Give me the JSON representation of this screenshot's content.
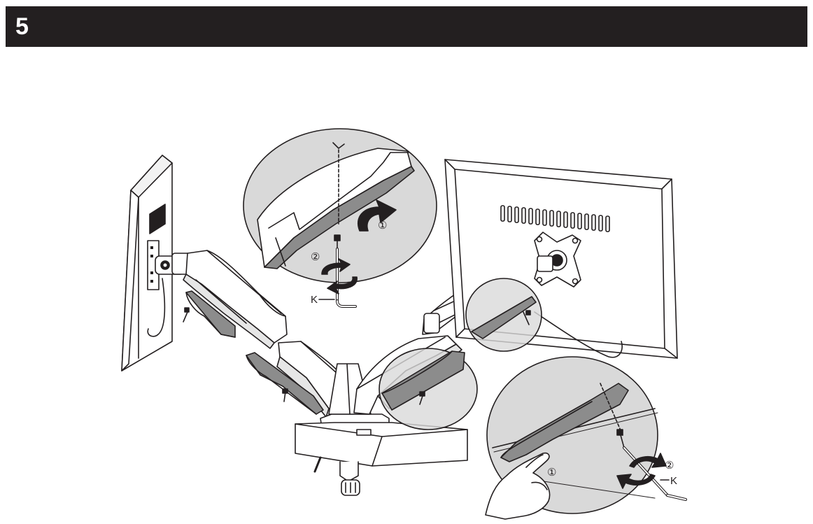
{
  "header": {
    "step_number": "5",
    "bar_color": "#231f20"
  },
  "diagram": {
    "callouts": {
      "top_turn_step": "①",
      "top_screw_step": "②",
      "top_tool_label": "K",
      "bottom_hand_step": "①",
      "bottom_screw_step": "②",
      "bottom_tool_label": "K"
    },
    "colors": {
      "line": "#231f20",
      "zoom_fill": "#d9d9d9",
      "cover_fill": "#8c8c8c",
      "monitor_fill": "#ffffff"
    }
  }
}
